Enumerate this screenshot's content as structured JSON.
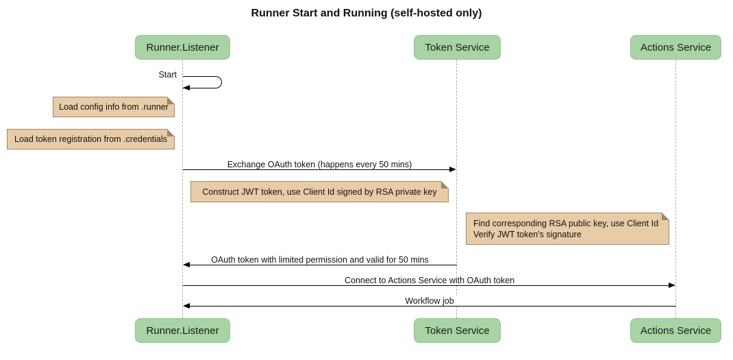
{
  "diagram": {
    "type": "sequence",
    "title": "Runner Start and Running (self-hosted only)",
    "participants": [
      "Runner.Listener",
      "Token Service",
      "Actions Service"
    ],
    "messages": [
      {
        "from": "Runner.Listener",
        "to": "Runner.Listener",
        "label": "Start",
        "kind": "self-message"
      },
      {
        "from": "Runner.Listener",
        "to": "Token Service",
        "label": "Exchange OAuth token (happens every 50 mins)",
        "kind": "solid-arrow"
      },
      {
        "from": "Token Service",
        "to": "Runner.Listener",
        "label": "OAuth token with limited permission and valid for 50 mins",
        "kind": "solid-arrow"
      },
      {
        "from": "Runner.Listener",
        "to": "Actions Service",
        "label": "Connect to Actions Service with OAuth token",
        "kind": "solid-arrow"
      },
      {
        "from": "Actions Service",
        "to": "Runner.Listener",
        "label": "Workflow job",
        "kind": "solid-arrow"
      }
    ],
    "notes": [
      {
        "position": "left of Runner.Listener",
        "text": "Load config info from .runner"
      },
      {
        "position": "left of Runner.Listener",
        "text": "Load token registration from .credentials"
      },
      {
        "position": "over Runner.Listener and Token Service",
        "text": "Construct JWT token, use Client Id signed by RSA private key"
      },
      {
        "position": "over Token Service and Actions Service",
        "text": "Find corresponding RSA public key, use Client Id\nVerify JWT token's signature"
      }
    ],
    "colors": {
      "participant_fill": "#a8d3a5",
      "participant_border": "#93c493",
      "note_fill": "#e8cca8",
      "note_border": "#a0876a",
      "lifeline": "#aaaaaa",
      "message": "#000000",
      "text": "#111111",
      "background": "#ffffff"
    }
  }
}
